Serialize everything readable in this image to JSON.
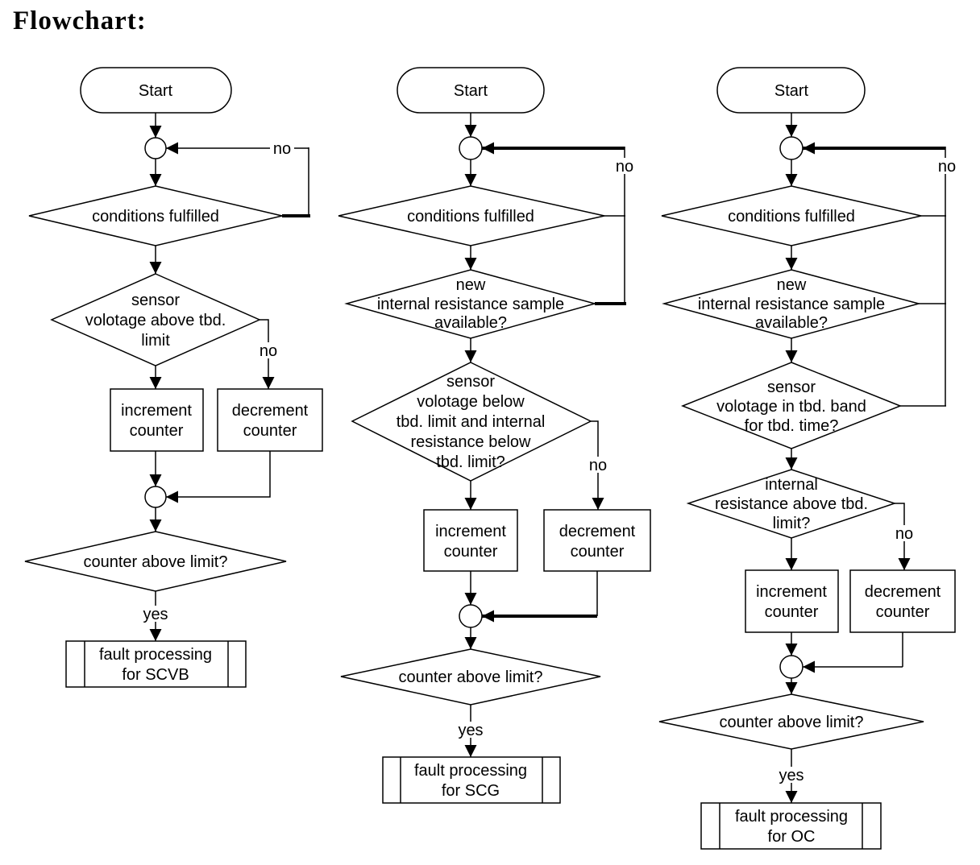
{
  "title": "Flowchart:",
  "colors": {
    "background": "#ffffff",
    "line": "#000000",
    "text": "#000000"
  },
  "flowcharts": [
    {
      "start_label": "Start",
      "loop_no_label": "no",
      "conditions_label": "conditions fulfilled",
      "sensor_lines": [
        "sensor",
        "volotage above tbd.",
        "limit"
      ],
      "sensor_no_label": "no",
      "increment_lines": [
        "increment",
        "counter"
      ],
      "decrement_lines": [
        "decrement",
        "counter"
      ],
      "counter_label": "counter above limit?",
      "yes_label": "yes",
      "fault_lines": [
        "fault processing",
        "for SCVB"
      ]
    },
    {
      "start_label": "Start",
      "loop_no_label": "no",
      "conditions_label": "conditions fulfilled",
      "sample_lines": [
        "new",
        "internal resistance sample",
        "available?"
      ],
      "sensor_lines": [
        "sensor",
        "volotage below",
        "tbd. limit and internal",
        "resistance below",
        "tbd. limit?"
      ],
      "sensor_no_label": "no",
      "increment_lines": [
        "increment",
        "counter"
      ],
      "decrement_lines": [
        "decrement",
        "counter"
      ],
      "counter_label": "counter above limit?",
      "yes_label": "yes",
      "fault_lines": [
        "fault processing",
        "for SCG"
      ]
    },
    {
      "start_label": "Start",
      "loop_no_label": "no",
      "conditions_label": "conditions fulfilled",
      "sample_lines": [
        "new",
        "internal resistance sample",
        "available?"
      ],
      "sensor_lines": [
        "sensor",
        "volotage in tbd. band",
        "for tbd. time?"
      ],
      "internal_lines": [
        "internal",
        "resistance above tbd.",
        "limit?"
      ],
      "internal_no_label": "no",
      "increment_lines": [
        "increment",
        "counter"
      ],
      "decrement_lines": [
        "decrement",
        "counter"
      ],
      "counter_label": "counter above limit?",
      "yes_label": "yes",
      "fault_lines": [
        "fault processing",
        "for OC"
      ]
    }
  ]
}
